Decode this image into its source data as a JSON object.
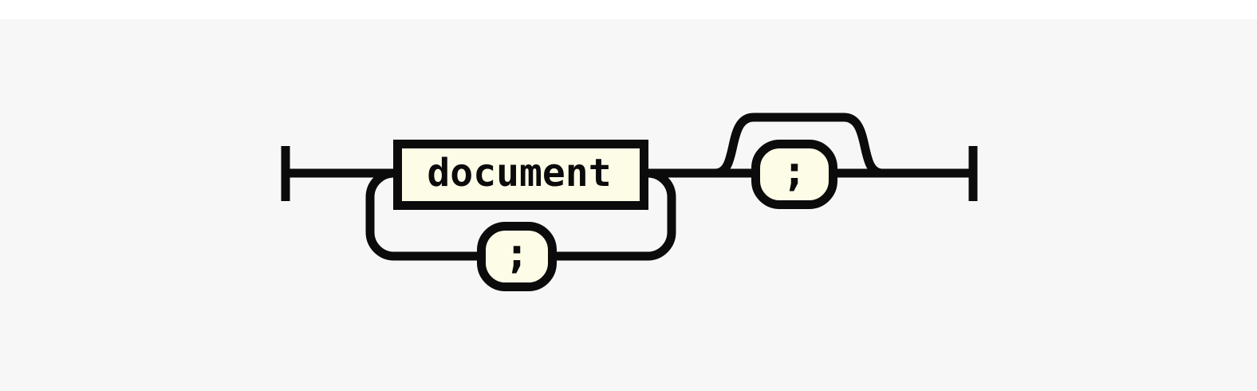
{
  "colors": {
    "page_bg": "#f7f7f7",
    "top_strip_bg": "#ffffff",
    "line_color": "#0b0b0b",
    "node_fill": "#fcfce7",
    "text_color": "#0b0b0b"
  },
  "diagram": {
    "type": "railroad-syntax-diagram",
    "nodes": {
      "nonterminal": {
        "label": "document",
        "kind": "nonterminal"
      },
      "separator": {
        "label": ";",
        "kind": "terminal"
      },
      "optional": {
        "label": ";",
        "kind": "terminal"
      }
    }
  }
}
